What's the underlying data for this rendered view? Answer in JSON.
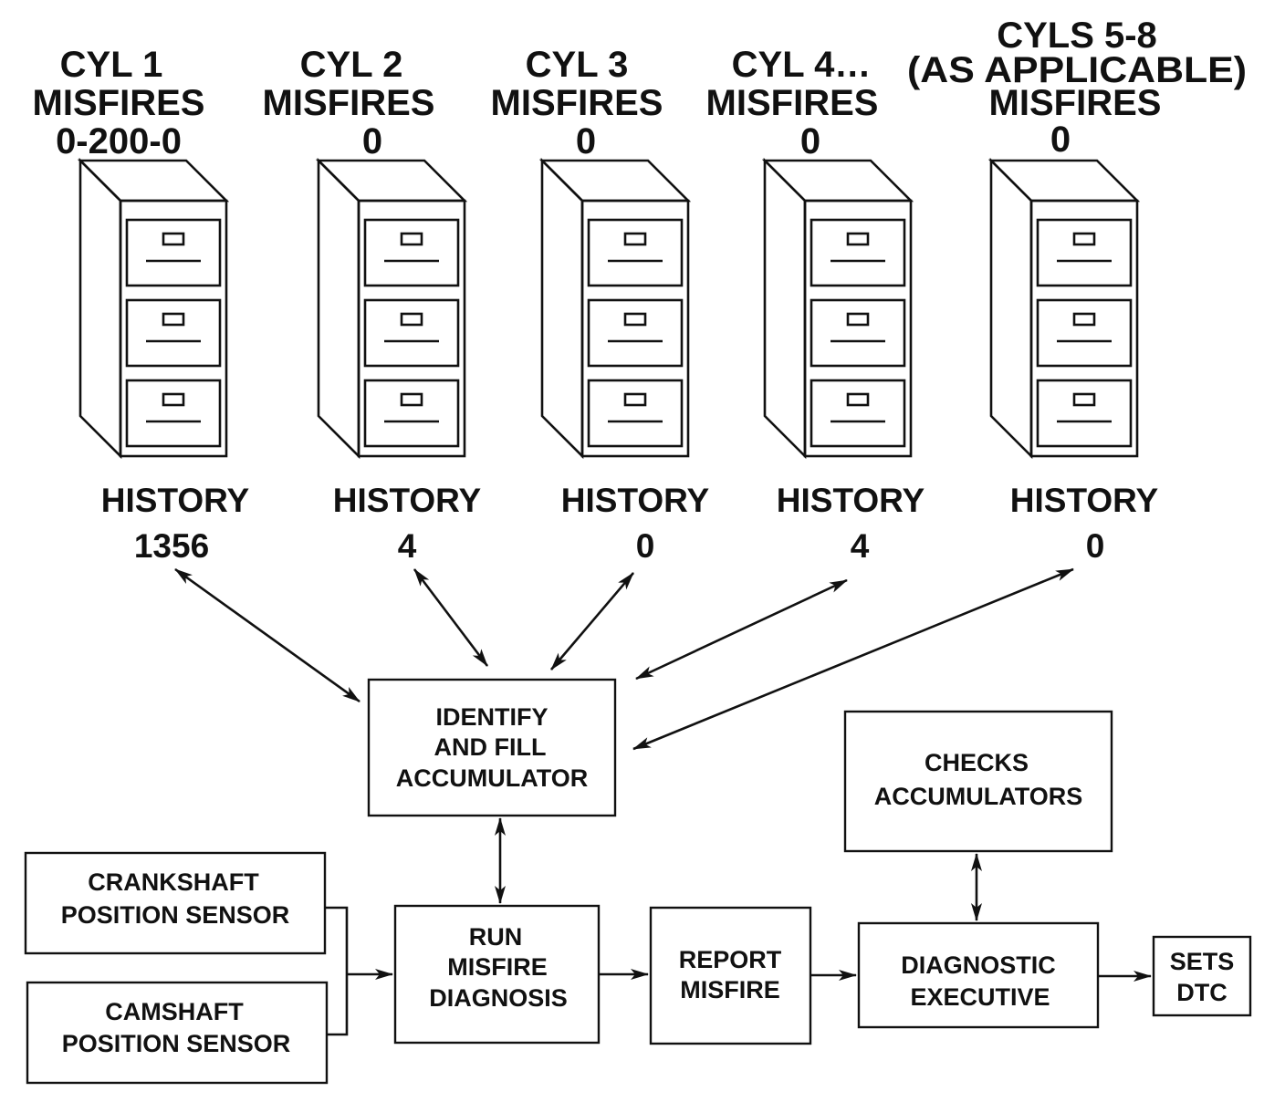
{
  "cylinders": [
    {
      "header": [
        "CYL 1",
        "MISFIRES",
        "0-200-0"
      ],
      "history_label": "HISTORY",
      "history_value": "1356"
    },
    {
      "header": [
        "CYL 2",
        "MISFIRES",
        "0"
      ],
      "history_label": "HISTORY",
      "history_value": "4"
    },
    {
      "header": [
        "CYL 3",
        "MISFIRES",
        "0"
      ],
      "history_label": "HISTORY",
      "history_value": "0"
    },
    {
      "header": [
        "CYL 4…",
        "MISFIRES",
        "0"
      ],
      "history_label": "HISTORY",
      "history_value": "4"
    },
    {
      "header": [
        "CYLS 5-8",
        "(AS APPLICABLE)",
        "MISFIRES",
        "0"
      ],
      "history_label": "HISTORY",
      "history_value": "0"
    }
  ],
  "boxes": {
    "identify": [
      "IDENTIFY",
      "AND FILL",
      "ACCUMULATOR"
    ],
    "checks": [
      "CHECKS",
      "ACCUMULATORS"
    ],
    "crankshaft": [
      "CRANKSHAFT",
      "POSITION SENSOR"
    ],
    "camshaft": [
      "CAMSHAFT",
      "POSITION SENSOR"
    ],
    "run": [
      "RUN",
      "MISFIRE",
      "DIAGNOSIS"
    ],
    "report": [
      "REPORT",
      "MISFIRE"
    ],
    "executive": [
      "DIAGNOSTIC",
      "EXECUTIVE"
    ],
    "dtc": [
      "SETS",
      "DTC"
    ]
  }
}
